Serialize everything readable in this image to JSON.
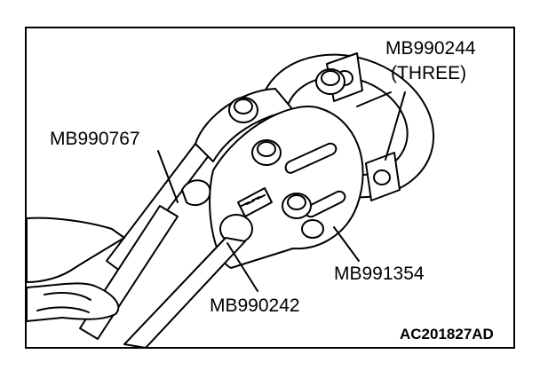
{
  "labels": {
    "mb990244": "MB990244",
    "three": "(THREE)",
    "mb990767": "MB990767",
    "mb991354": "MB991354",
    "mb990242": "MB990242",
    "code": "AC201827AD"
  },
  "colors": {
    "ink": "#000000",
    "paper": "#ffffff"
  }
}
